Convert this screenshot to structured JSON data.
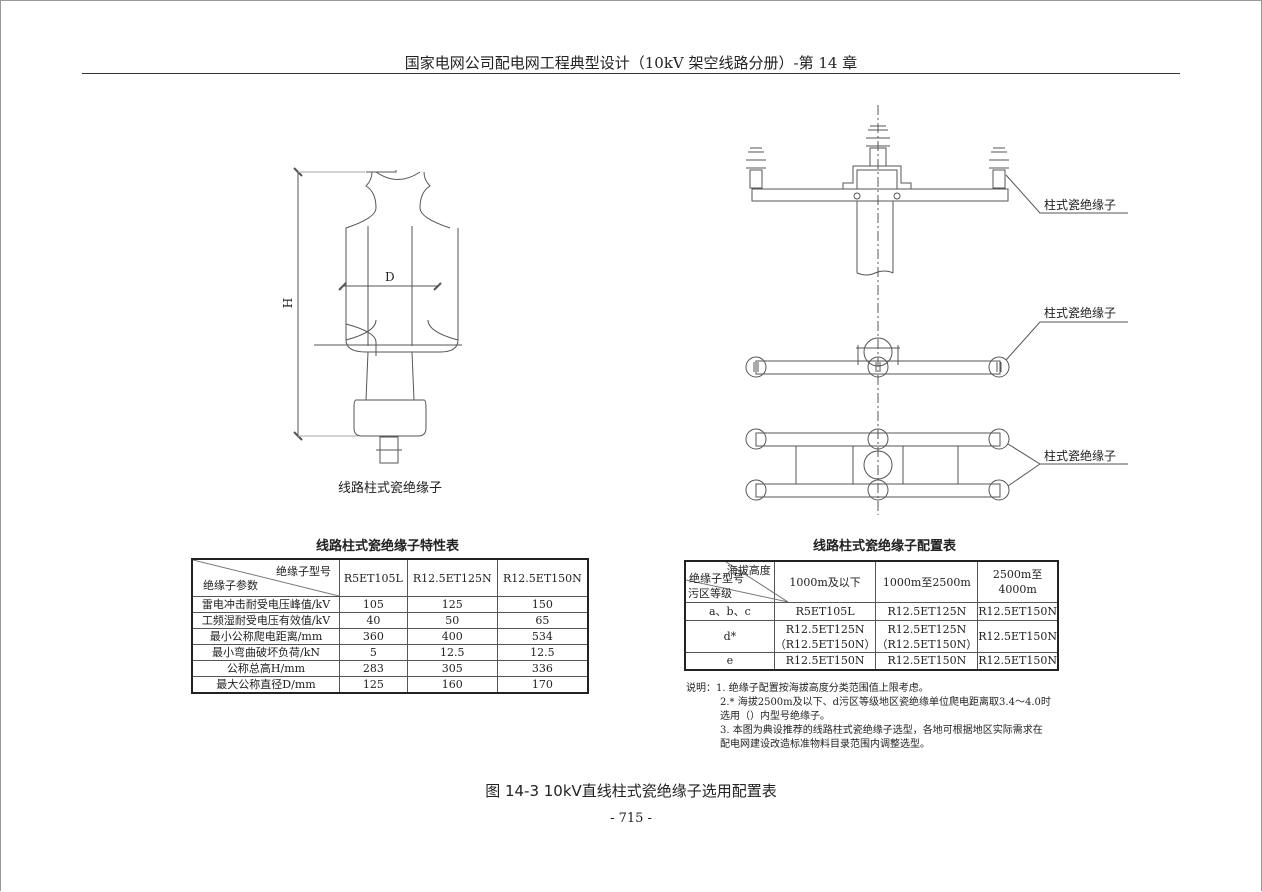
{
  "header": {
    "title": "国家电网公司配电网工程典型设计（10kV 架空线路分册）-第 14 章"
  },
  "left_drawing": {
    "dim_h": "H",
    "dim_d": "D",
    "caption": "线路柱式瓷绝缘子"
  },
  "right_drawing": {
    "callouts": [
      "柱式瓷绝缘子",
      "柱式瓷绝缘子",
      "柱式瓷绝缘子"
    ]
  },
  "characteristics_table": {
    "title": "线路柱式瓷绝缘子特性表",
    "corner_top": "绝缘子型号",
    "corner_bottom": "绝缘子参数",
    "columns": [
      "R5ET105L",
      "R12.5ET125N",
      "R12.5ET150N"
    ],
    "rows": [
      {
        "param": "雷电冲击耐受电压峰值/kV",
        "values": [
          "105",
          "125",
          "150"
        ]
      },
      {
        "param": "工频湿耐受电压有效值/kV",
        "values": [
          "40",
          "50",
          "65"
        ]
      },
      {
        "param": "最小公称爬电距离/mm",
        "values": [
          "360",
          "400",
          "534"
        ]
      },
      {
        "param": "最小弯曲破坏负荷/kN",
        "values": [
          "5",
          "12.5",
          "12.5"
        ]
      },
      {
        "param": "公称总高H/mm",
        "values": [
          "283",
          "305",
          "336"
        ]
      },
      {
        "param": "最大公称直径D/mm",
        "values": [
          "125",
          "160",
          "170"
        ]
      }
    ]
  },
  "config_table": {
    "title": "线路柱式瓷绝缘子配置表",
    "corner_top": "海拔高度",
    "corner_middle": "绝缘子型号",
    "corner_bottom": "污区等级",
    "columns": [
      "1000m及以下",
      "1000m至2500m",
      "2500m至4000m"
    ],
    "rows": [
      {
        "grade": "a、b、c",
        "values": [
          "R5ET105L",
          "R12.5ET125N",
          "R12.5ET150N"
        ]
      },
      {
        "grade": "d*",
        "values": [
          "R12.5ET125N",
          "R12.5ET125N",
          "R12.5ET150N"
        ],
        "alt": [
          "（R12.5ET150N）",
          "（R12.5ET150N）"
        ]
      },
      {
        "grade": "e",
        "values": [
          "R12.5ET150N",
          "R12.5ET150N",
          "R12.5ET150N"
        ]
      }
    ]
  },
  "notes": {
    "lines": [
      "说明：1. 绝缘子配置按海拔高度分类范围值上限考虑。",
      "2.* 海拔2500m及以下、d污区等级地区瓷绝缘单位爬电距离取3.4～4.0时",
      "选用（）内型号绝缘子。",
      "3. 本图为典设推荐的线路柱式瓷绝缘子选型，各地可根据地区实际需求在",
      "配电网建设改造标准物料目录范围内调整选型。"
    ]
  },
  "figure_caption": "图 14-3   10kV直线柱式瓷绝缘子选用配置表",
  "page_number": "- 715 -"
}
